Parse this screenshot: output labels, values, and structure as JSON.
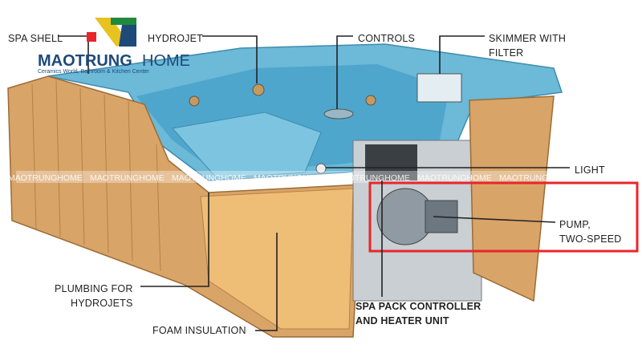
{
  "logo": {
    "brand_bold": "MAOTRUNG",
    "brand_light": "HOME",
    "tagline": "Ceramics World, Bathroom & Kitchen Center",
    "colors": {
      "navy": "#1e4a7a",
      "yellow": "#e8c21e",
      "green": "#1f8a3c",
      "red": "#e8262b"
    }
  },
  "watermark": "MAOTRUNGHOME",
  "labels": {
    "spa_shell": "SPA SHELL",
    "hydrojet": "HYDROJET",
    "controls": "CONTROLS",
    "skimmer_line1": "SKIMMER WITH",
    "skimmer_line2": "FILTER",
    "light": "LIGHT",
    "pump_line1": "PUMP,",
    "pump_line2": "TWO-SPEED",
    "spa_pack_line1": "SPA PACK CONTROLLER",
    "spa_pack_line2": "AND HEATER UNIT",
    "plumbing_line1": "PLUMBING FOR",
    "plumbing_line2": "HYDROJETS",
    "foam": "FOAM INSULATION"
  },
  "colors": {
    "water": "#6cb9d8",
    "wood": "#d9a468",
    "wood_dark": "#b98043",
    "highlight": "#e8262b"
  }
}
